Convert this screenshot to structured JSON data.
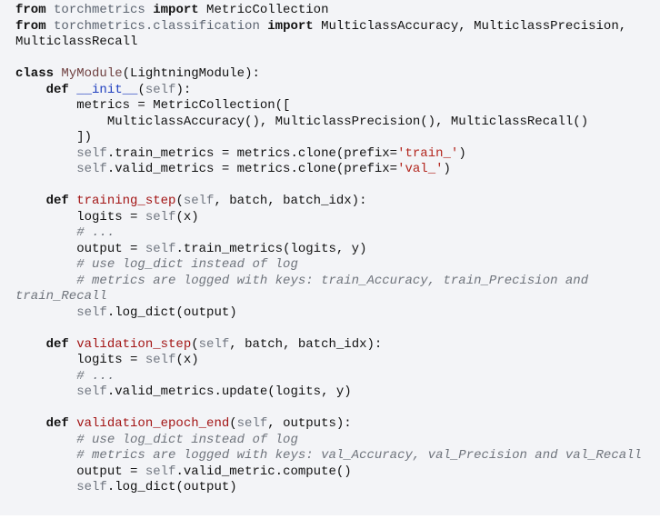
{
  "code_lines": [
    [
      [
        "k",
        "from "
      ],
      [
        "m",
        "torchmetrics "
      ],
      [
        "k",
        "import "
      ],
      [
        "t",
        "MetricCollection"
      ]
    ],
    [
      [
        "k",
        "from "
      ],
      [
        "m",
        "torchmetrics.classification "
      ],
      [
        "k",
        "import "
      ],
      [
        "t",
        "MulticlassAccuracy, MulticlassPrecision, MulticlassRecall"
      ]
    ],
    [],
    [
      [
        "k",
        "class "
      ],
      [
        "cls",
        "MyModule"
      ],
      [
        "t",
        "(LightningModule):"
      ]
    ],
    [
      [
        "t",
        "    "
      ],
      [
        "k",
        "def "
      ],
      [
        "b",
        "__init__"
      ],
      [
        "t",
        "("
      ],
      [
        "s",
        "self"
      ],
      [
        "t",
        "):"
      ]
    ],
    [
      [
        "t",
        "        metrics = MetricCollection(["
      ]
    ],
    [
      [
        "t",
        "            MulticlassAccuracy(), MulticlassPrecision(), MulticlassRecall()"
      ]
    ],
    [
      [
        "t",
        "        ])"
      ]
    ],
    [
      [
        "t",
        "        "
      ],
      [
        "s",
        "self"
      ],
      [
        "t",
        ".train_metrics = metrics.clone(prefix="
      ],
      [
        "st",
        "'train_'"
      ],
      [
        "t",
        ")"
      ]
    ],
    [
      [
        "t",
        "        "
      ],
      [
        "s",
        "self"
      ],
      [
        "t",
        ".valid_metrics = metrics.clone(prefix="
      ],
      [
        "st",
        "'val_'"
      ],
      [
        "t",
        ")"
      ]
    ],
    [],
    [
      [
        "t",
        "    "
      ],
      [
        "k",
        "def "
      ],
      [
        "f",
        "training_step"
      ],
      [
        "t",
        "("
      ],
      [
        "s",
        "self"
      ],
      [
        "t",
        ", batch, batch_idx):"
      ]
    ],
    [
      [
        "t",
        "        logits = "
      ],
      [
        "s",
        "self"
      ],
      [
        "t",
        "(x)"
      ]
    ],
    [
      [
        "t",
        "        "
      ],
      [
        "cm",
        "# ..."
      ]
    ],
    [
      [
        "t",
        "        output = "
      ],
      [
        "s",
        "self"
      ],
      [
        "t",
        ".train_metrics(logits, y)"
      ]
    ],
    [
      [
        "t",
        "        "
      ],
      [
        "cm",
        "# use log_dict instead of log"
      ]
    ],
    [
      [
        "t",
        "        "
      ],
      [
        "cm",
        "# metrics are logged with keys: train_Accuracy, train_Precision and train_Recall"
      ]
    ],
    [
      [
        "t",
        "        "
      ],
      [
        "s",
        "self"
      ],
      [
        "t",
        ".log_dict(output)"
      ]
    ],
    [],
    [
      [
        "t",
        "    "
      ],
      [
        "k",
        "def "
      ],
      [
        "f",
        "validation_step"
      ],
      [
        "t",
        "("
      ],
      [
        "s",
        "self"
      ],
      [
        "t",
        ", batch, batch_idx):"
      ]
    ],
    [
      [
        "t",
        "        logits = "
      ],
      [
        "s",
        "self"
      ],
      [
        "t",
        "(x)"
      ]
    ],
    [
      [
        "t",
        "        "
      ],
      [
        "cm",
        "# ..."
      ]
    ],
    [
      [
        "t",
        "        "
      ],
      [
        "s",
        "self"
      ],
      [
        "t",
        ".valid_metrics.update(logits, y)"
      ]
    ],
    [],
    [
      [
        "t",
        "    "
      ],
      [
        "k",
        "def "
      ],
      [
        "f",
        "validation_epoch_end"
      ],
      [
        "t",
        "("
      ],
      [
        "s",
        "self"
      ],
      [
        "t",
        ", outputs):"
      ]
    ],
    [
      [
        "t",
        "        "
      ],
      [
        "cm",
        "# use log_dict instead of log"
      ]
    ],
    [
      [
        "t",
        "        "
      ],
      [
        "cm",
        "# metrics are logged with keys: val_Accuracy, val_Precision and val_Recall"
      ]
    ],
    [
      [
        "t",
        "        output = "
      ],
      [
        "s",
        "self"
      ],
      [
        "t",
        ".valid_metric.compute()"
      ]
    ],
    [
      [
        "t",
        "        "
      ],
      [
        "s",
        "self"
      ],
      [
        "t",
        ".log_dict(output)"
      ]
    ]
  ]
}
